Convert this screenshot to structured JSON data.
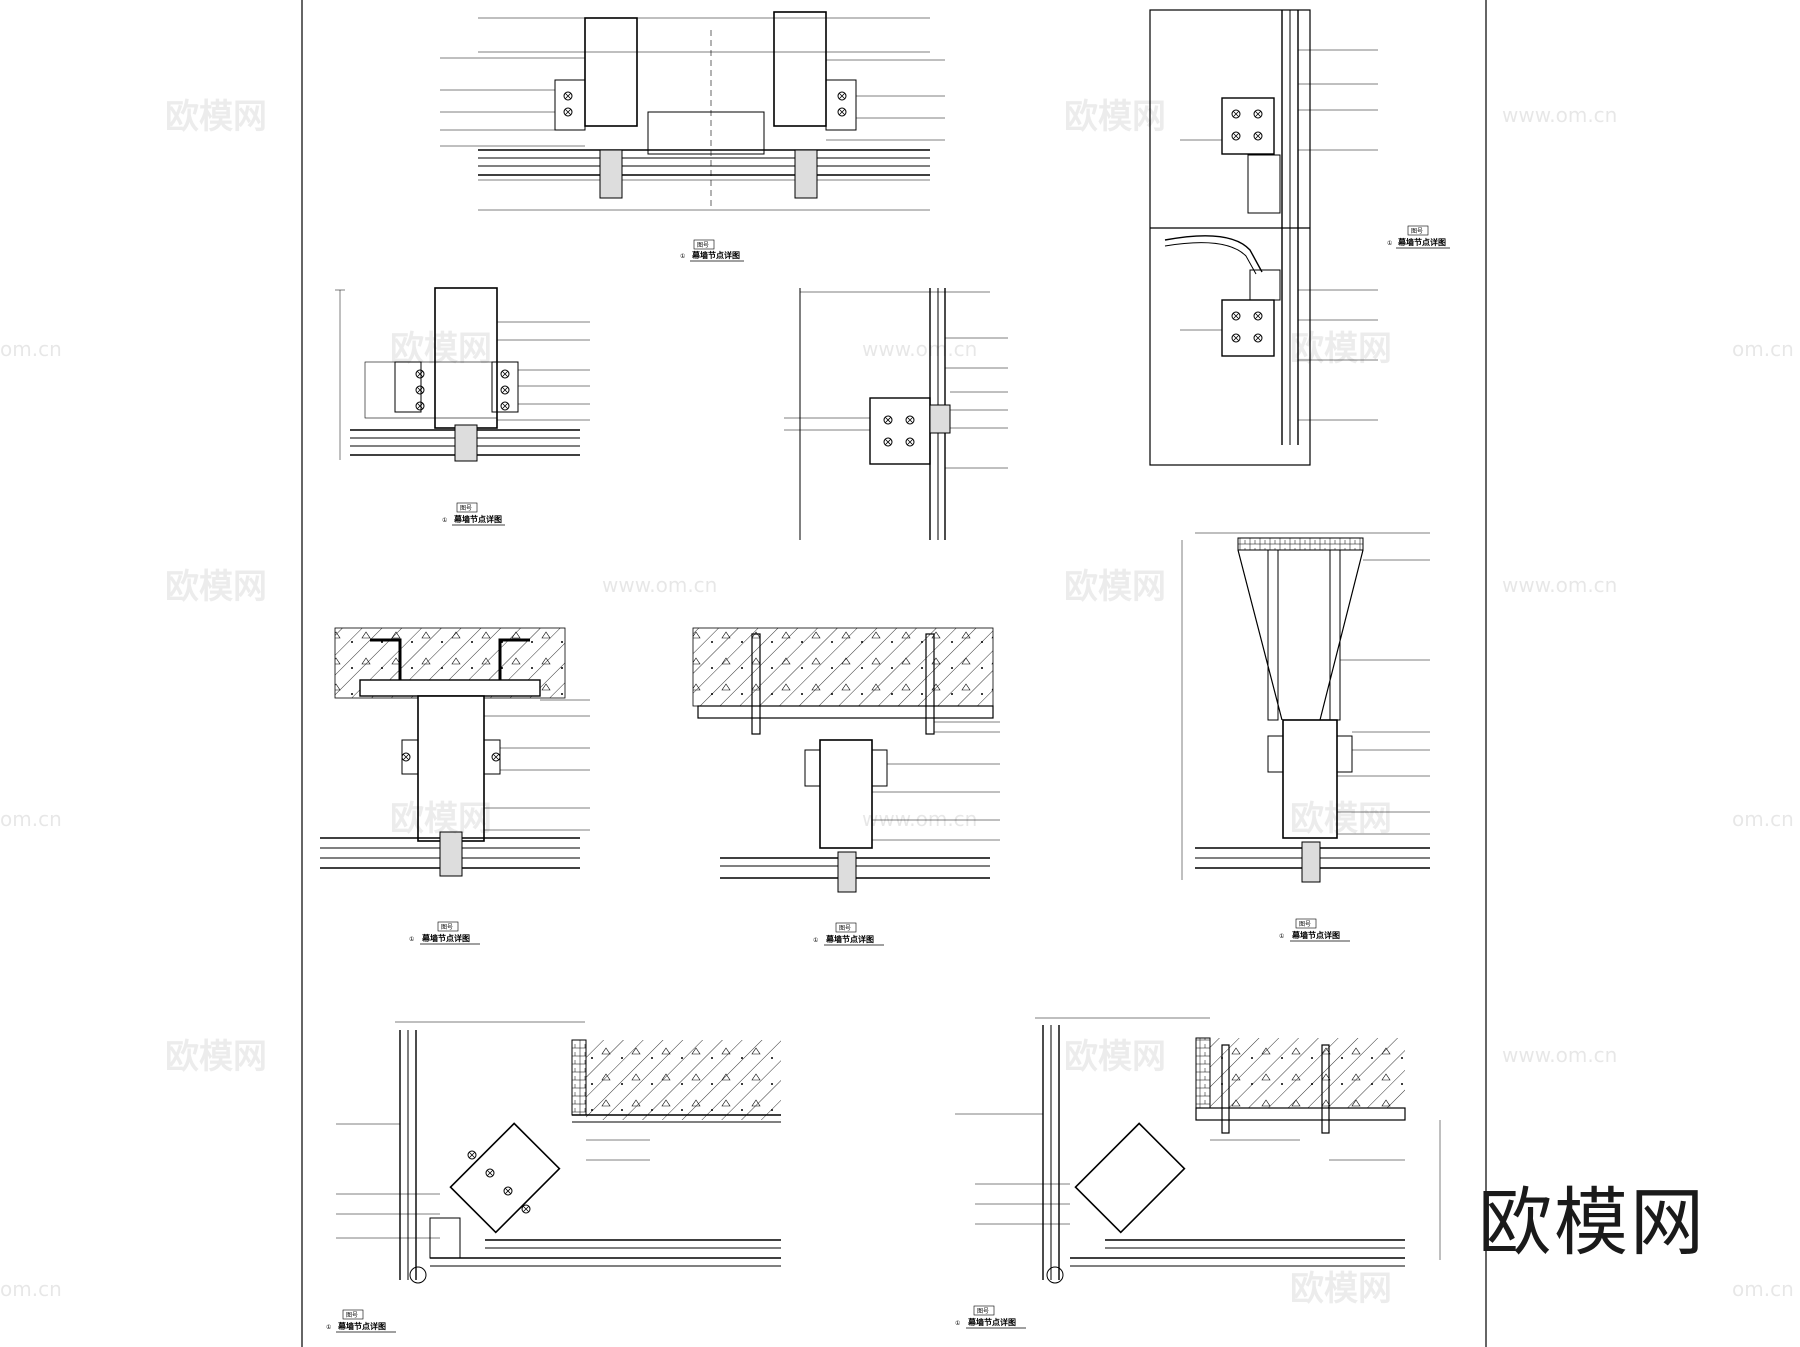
{
  "drawing": {
    "detail_title": "幕墙节点详图",
    "detail_tag": "图号",
    "detail_index": "①",
    "brand_text": "欧模网",
    "watermark_brand": "欧模网",
    "watermark_url": "www.om.cn",
    "watermark_url_cut": "om.cn"
  },
  "colors": {
    "line": "#000000",
    "background": "#ffffff"
  }
}
